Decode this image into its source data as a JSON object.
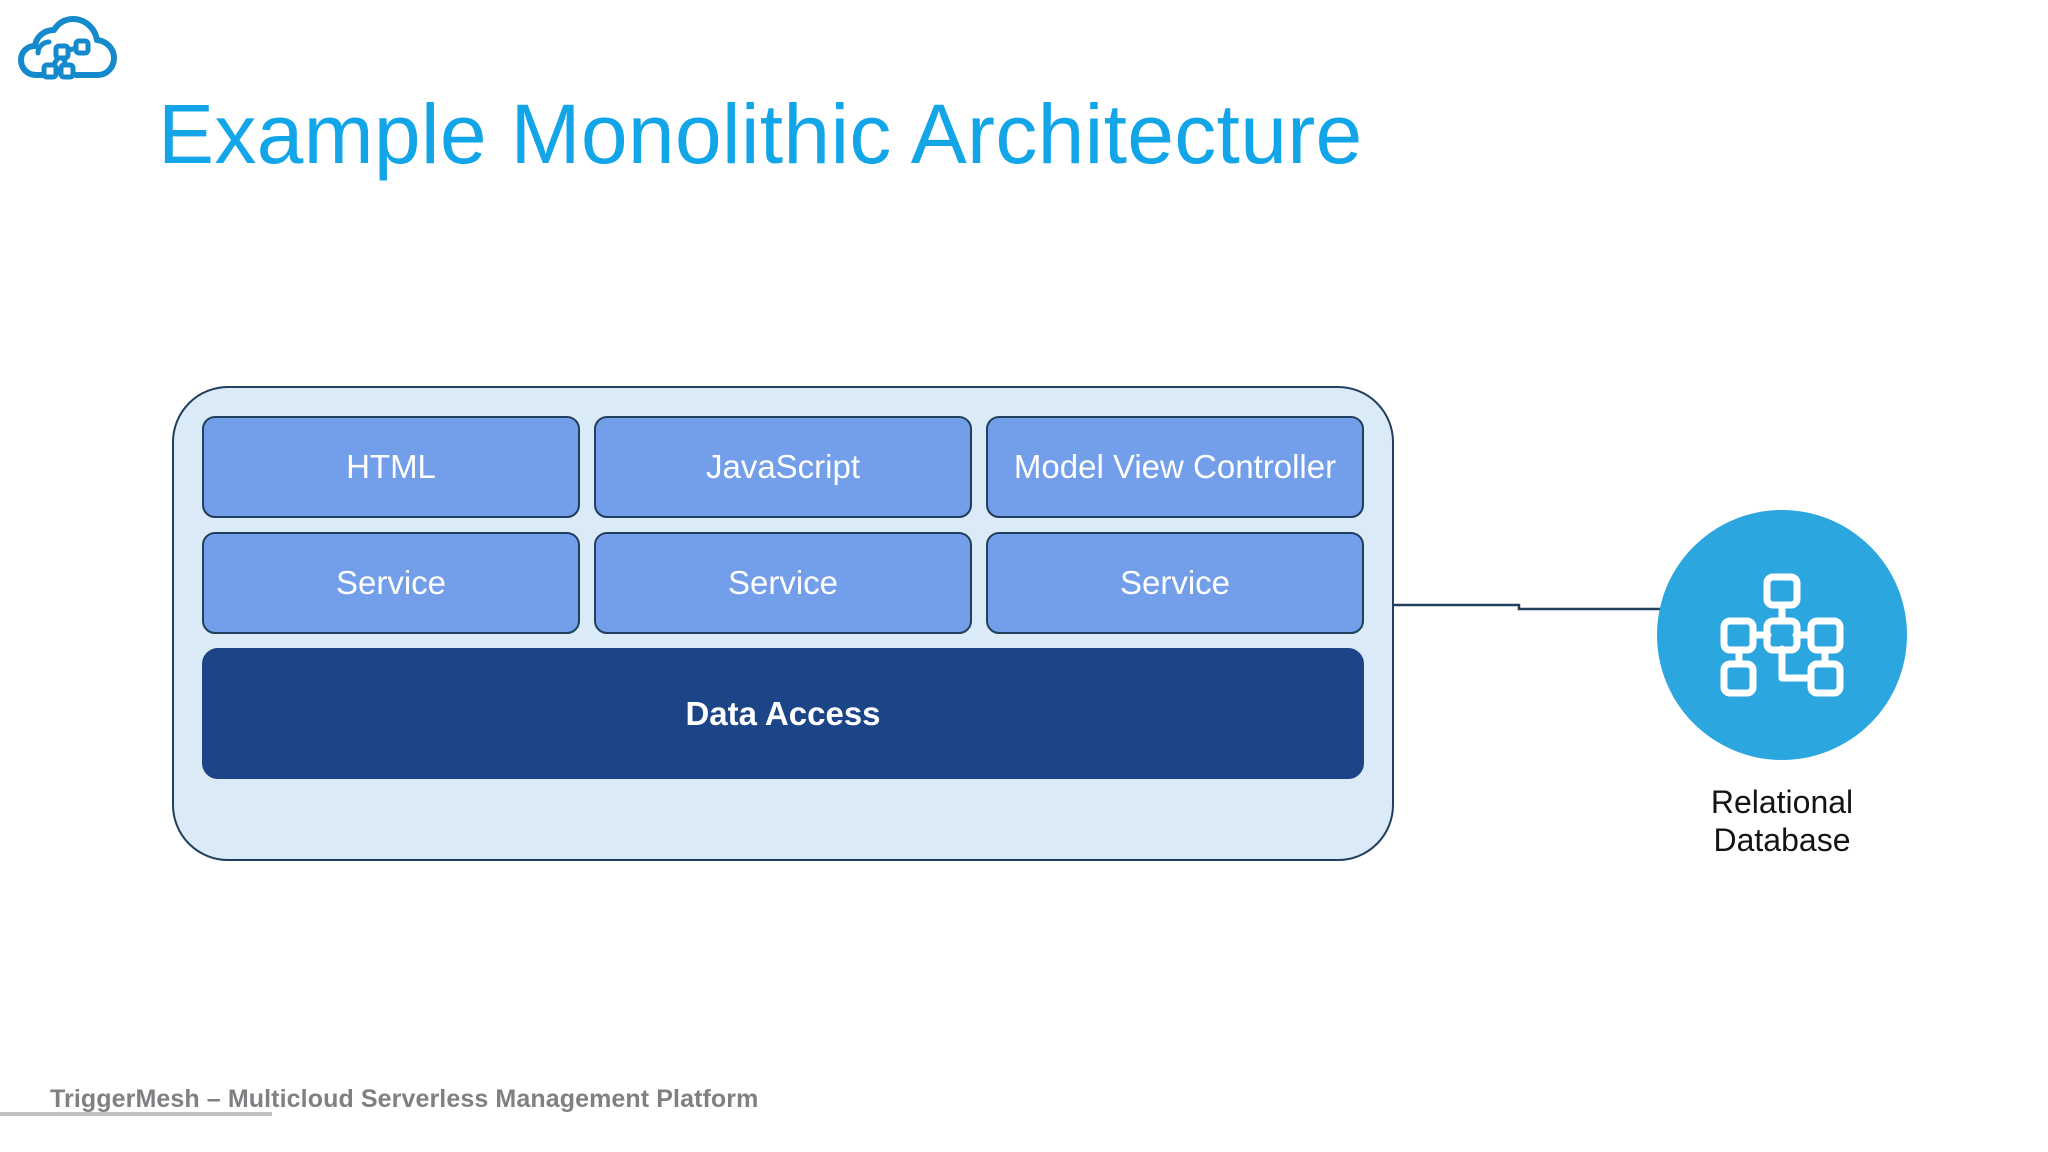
{
  "brand": {
    "logo_icon": "cloud-network-logo",
    "accent_color": "#12A5E8"
  },
  "title": {
    "text": "Example Monolithic Architecture"
  },
  "diagram": {
    "container_name": "monolith-container",
    "container_fill": "#DBEAF7",
    "container_border": "#21405E",
    "tier_fill": "#739EE9",
    "tier_border": "#21405E",
    "rows": [
      {
        "row_name": "presentation-tier",
        "boxes": [
          {
            "label": "HTML"
          },
          {
            "label": "JavaScript"
          },
          {
            "label": "Model View Controller"
          }
        ]
      },
      {
        "row_name": "service-tier",
        "boxes": [
          {
            "label": "Service"
          },
          {
            "label": "Service"
          },
          {
            "label": "Service"
          }
        ]
      }
    ],
    "data_access": {
      "label": "Data Access",
      "fill": "#1C4587",
      "text_color": "#FFFFFF"
    },
    "connector": {
      "name": "monolith-to-database-connector",
      "color": "#21405E"
    },
    "database": {
      "icon": "database-network-icon",
      "circle_color": "#2CA6DF",
      "icon_color": "#FFFFFF",
      "label_line1": "Relational",
      "label_line2": "Database"
    }
  },
  "footer": {
    "text": "TriggerMesh – Multicloud Serverless Management Platform",
    "color": "#808084",
    "rule_color": "#BFBFC3"
  }
}
